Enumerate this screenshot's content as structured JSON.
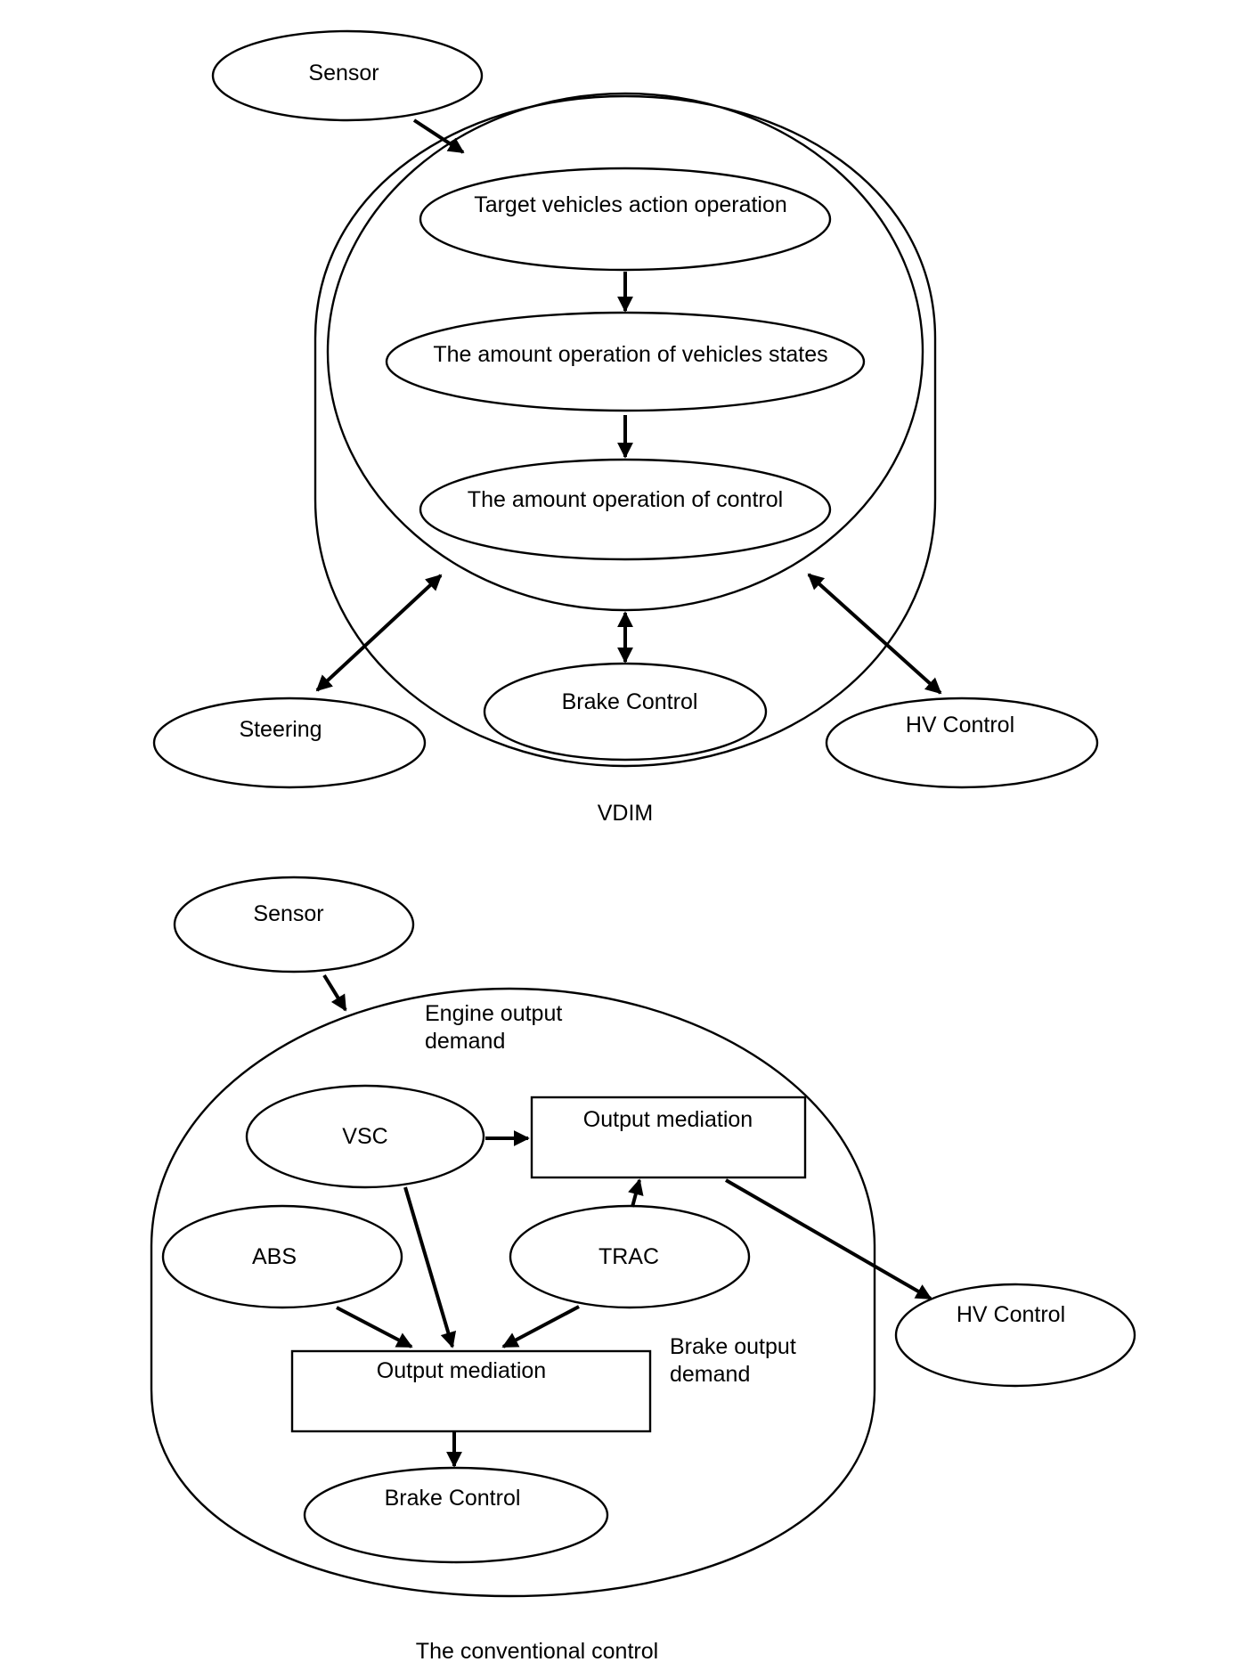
{
  "vdim": {
    "sensor": "Sensor",
    "target_operation": "Target vehicles action operation",
    "states_operation": "The amount operation of vehicles states",
    "control_operation": "The amount operation of control",
    "steering": "Steering",
    "brake_control": "Brake Control",
    "hv_control": "HV Control",
    "caption": "VDIM"
  },
  "conventional": {
    "sensor": "Sensor",
    "engine_output_demand": [
      "Engine output",
      "demand"
    ],
    "vsc": "VSC",
    "upper_mediation": "Output mediation",
    "abs": "ABS",
    "trac": "TRAC",
    "hv_control": "HV Control",
    "lower_mediation": "Output mediation",
    "brake_output_demand": [
      "Brake output",
      "demand"
    ],
    "brake_control": "Brake Control",
    "caption": "The conventional control"
  }
}
